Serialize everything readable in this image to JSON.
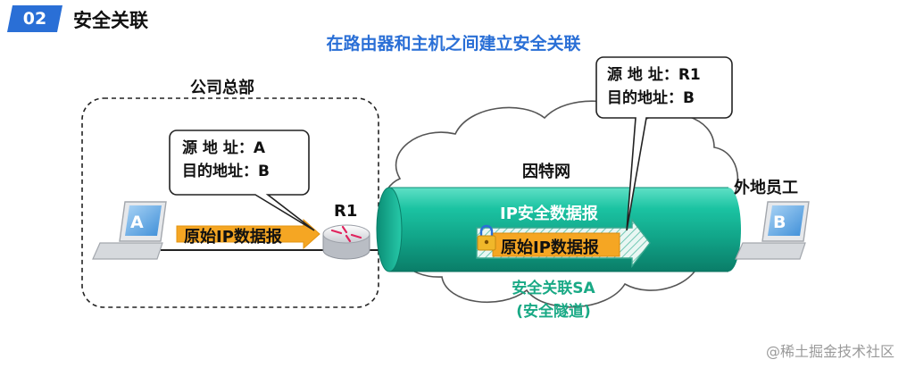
{
  "header": {
    "number": "02",
    "title": "安全关联"
  },
  "subtitle": "在路由器和主机之间建立安全关联",
  "hq": {
    "label": "公司总部"
  },
  "bubble_left": {
    "src_line": "源 地 址：A",
    "dst_line": "目的地址：B"
  },
  "bubble_right": {
    "src_line": "源 地 址：R1",
    "dst_line": "目的地址：B"
  },
  "host_a": {
    "label": "A"
  },
  "host_b": {
    "label": "B"
  },
  "router": {
    "label": "R1"
  },
  "packet_left": {
    "label": "原始IP数据报"
  },
  "tunnel": {
    "outer_label": "IP安全数据报",
    "inner_label": "原始IP数据报"
  },
  "internet": {
    "label": "因特网"
  },
  "remote": {
    "label": "外地员工"
  },
  "sa": {
    "line1": "安全关联SA",
    "line2": "(安全隧道)"
  },
  "watermark": "@稀土掘金技术社区",
  "colors": {
    "accent_blue": "#2a6fd6",
    "tunnel_green": "#17b99a",
    "packet_yellow": "#f5a623",
    "sa_green": "#19a985"
  }
}
